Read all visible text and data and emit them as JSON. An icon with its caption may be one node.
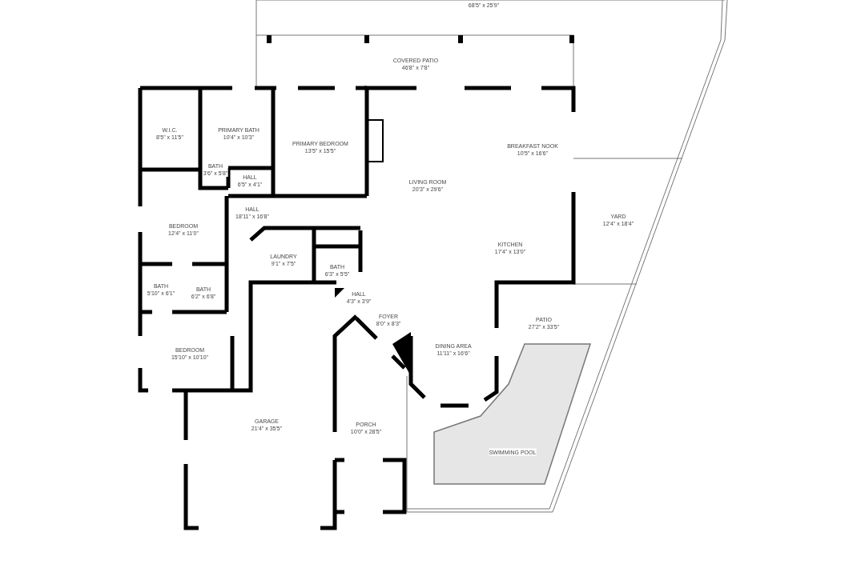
{
  "diagram": {
    "nodes": [
      {
        "text": [
          "68'5\" x 25'9\""
        ]
      },
      {
        "text": [
          "COVERED PATIO",
          "46'8\" x 7'8\""
        ]
      },
      {
        "text": [
          "W.I.C.",
          "8'5\" x 11'5\""
        ]
      },
      {
        "text": [
          "PRIMARY BATH",
          "10'4\" x 10'3\""
        ]
      },
      {
        "text": [
          "PRIMARY BEDROOM",
          "13'5\" x 15'5\""
        ]
      },
      {
        "text": [
          "BREAKFAST NOOK",
          "10'5\" x 16'6\""
        ]
      },
      {
        "text": [
          "BATH",
          "3'6\" x 5'8\""
        ]
      },
      {
        "text": [
          "HALL",
          "6'5\" x 4'1\""
        ]
      },
      {
        "text": [
          "LIVING ROOM",
          "20'3\" x 29'6\""
        ]
      },
      {
        "text": [
          "HALL",
          "18'11\" x 16'8\""
        ]
      },
      {
        "text": [
          "YARD",
          "12'4\" x 18'4\""
        ]
      },
      {
        "text": [
          "BEDROOM",
          "12'4\" x 11'0\""
        ]
      },
      {
        "text": [
          "LAUNDRY",
          "9'1\" x 7'5\""
        ]
      },
      {
        "text": [
          "KITCHEN",
          "17'4\" x 13'0\""
        ]
      },
      {
        "text": [
          "BATH",
          "6'3\" x 5'5\""
        ]
      },
      {
        "text": [
          "BATH",
          "5'10\" x 6'1\""
        ]
      },
      {
        "text": [
          "BATH",
          "6'2\" x 6'8\""
        ]
      },
      {
        "text": [
          "HALL",
          "4'3\" x 3'9\""
        ]
      },
      {
        "text": [
          "FOYER",
          "8'0\" x 8'3\""
        ]
      },
      {
        "text": [
          "PATIO",
          "27'2\" x 33'5\""
        ]
      },
      {
        "text": [
          "DINING AREA",
          "11'11\" x 16'6\""
        ]
      },
      {
        "text": [
          "BEDROOM",
          "15'10\" x 10'10\""
        ]
      },
      {
        "text": [
          "GARAGE",
          "21'4\" x 35'5\""
        ]
      },
      {
        "text": [
          "PORCH",
          "10'0\" x 28'5\""
        ]
      },
      {
        "text": [
          "SWIMMING POOL"
        ]
      }
    ]
  }
}
